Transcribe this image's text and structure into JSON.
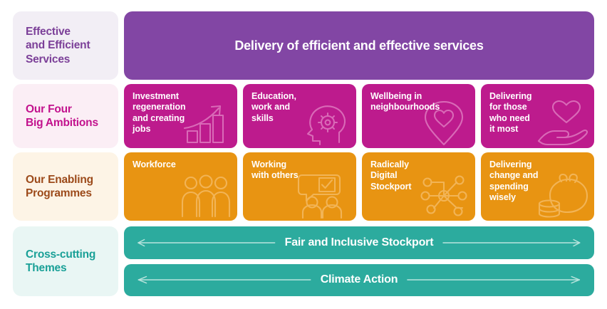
{
  "colors": {
    "purple": "#8246a4",
    "purple_text": "#7b3f98",
    "purple_tint": "#f2eef5",
    "magenta": "#bd1b8d",
    "magenta_text": "#c2128d",
    "magenta_tint": "#fbeef5",
    "orange": "#e89412",
    "orange_text": "#9c4a1a",
    "orange_tint": "#fdf4e6",
    "teal": "#2cab9e",
    "teal_text": "#19a097",
    "teal_tint": "#e9f6f4",
    "white": "#ffffff"
  },
  "rows": {
    "services": {
      "label": "Effective\nand Efficient\nServices",
      "banner": "Delivery of efficient and effective services"
    },
    "ambitions": {
      "label": "Our Four\nBig Ambitions",
      "cards": [
        {
          "title": "Investment\nregeneration\nand creating\njobs",
          "icon": "bar-chart-growth-icon"
        },
        {
          "title": "Education,\nwork and\nskills",
          "icon": "head-with-gear-icon"
        },
        {
          "title": "Wellbeing in\nneighbourhoods",
          "icon": "map-pin-heart-icon"
        },
        {
          "title": "Delivering\nfor those\nwho need\nit most",
          "icon": "hand-holding-heart-icon"
        }
      ]
    },
    "programmes": {
      "label": "Our Enabling\nProgrammes",
      "cards": [
        {
          "title": "Workforce",
          "icon": "three-people-icon"
        },
        {
          "title": "Working\nwith others",
          "icon": "people-speech-checklist-icon"
        },
        {
          "title": "Radically\nDigital\nStockport",
          "icon": "network-nodes-icon"
        },
        {
          "title": "Delivering\nchange and\nspending\nwisely",
          "icon": "coin-purse-icon"
        }
      ]
    },
    "themes": {
      "label": "Cross-cutting\nThemes",
      "bars": [
        {
          "text": "Fair and Inclusive Stockport",
          "left_icon": "arrow-left-icon",
          "right_icon": "arrow-right-icon"
        },
        {
          "text": "Climate Action",
          "left_icon": "arrow-left-icon",
          "right_icon": "arrow-right-icon"
        }
      ]
    }
  }
}
